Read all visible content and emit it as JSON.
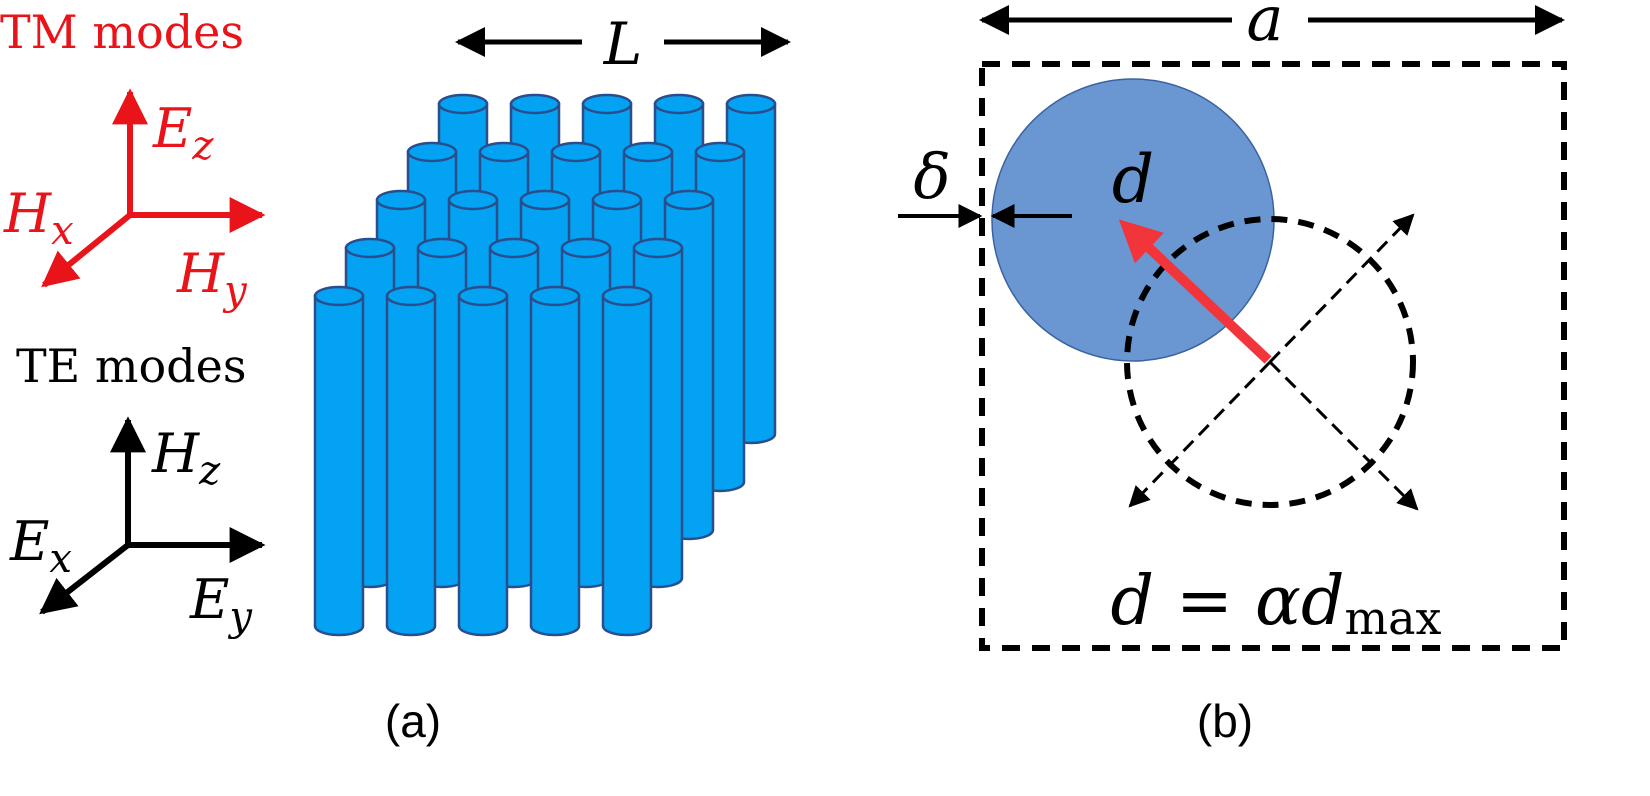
{
  "colors": {
    "tm": "#e8141a",
    "te": "#000000",
    "rod_fill": "#04a2f2",
    "rod_stroke": "#2a4d8c",
    "disk_fill": "#6a97d1",
    "arrow_red": "#f2353a"
  },
  "panel_a": {
    "tm": {
      "title": "TM modes",
      "z_main": "E",
      "z_sub": "z",
      "x_main": "H",
      "x_sub": "x",
      "y_main": "H",
      "y_sub": "y"
    },
    "te": {
      "title": "TE modes",
      "z_main": "H",
      "z_sub": "z",
      "x_main": "E",
      "x_sub": "x",
      "y_main": "E",
      "y_sub": "y"
    },
    "length_label": "L",
    "caption": "(a)"
  },
  "panel_b": {
    "width_label": "a",
    "gap_label": "δ",
    "diameter_label": "d",
    "eq_lhs": "d",
    "eq_op": "=",
    "eq_alpha": "α",
    "eq_d": "d",
    "eq_sub": "max",
    "caption": "(b)"
  }
}
